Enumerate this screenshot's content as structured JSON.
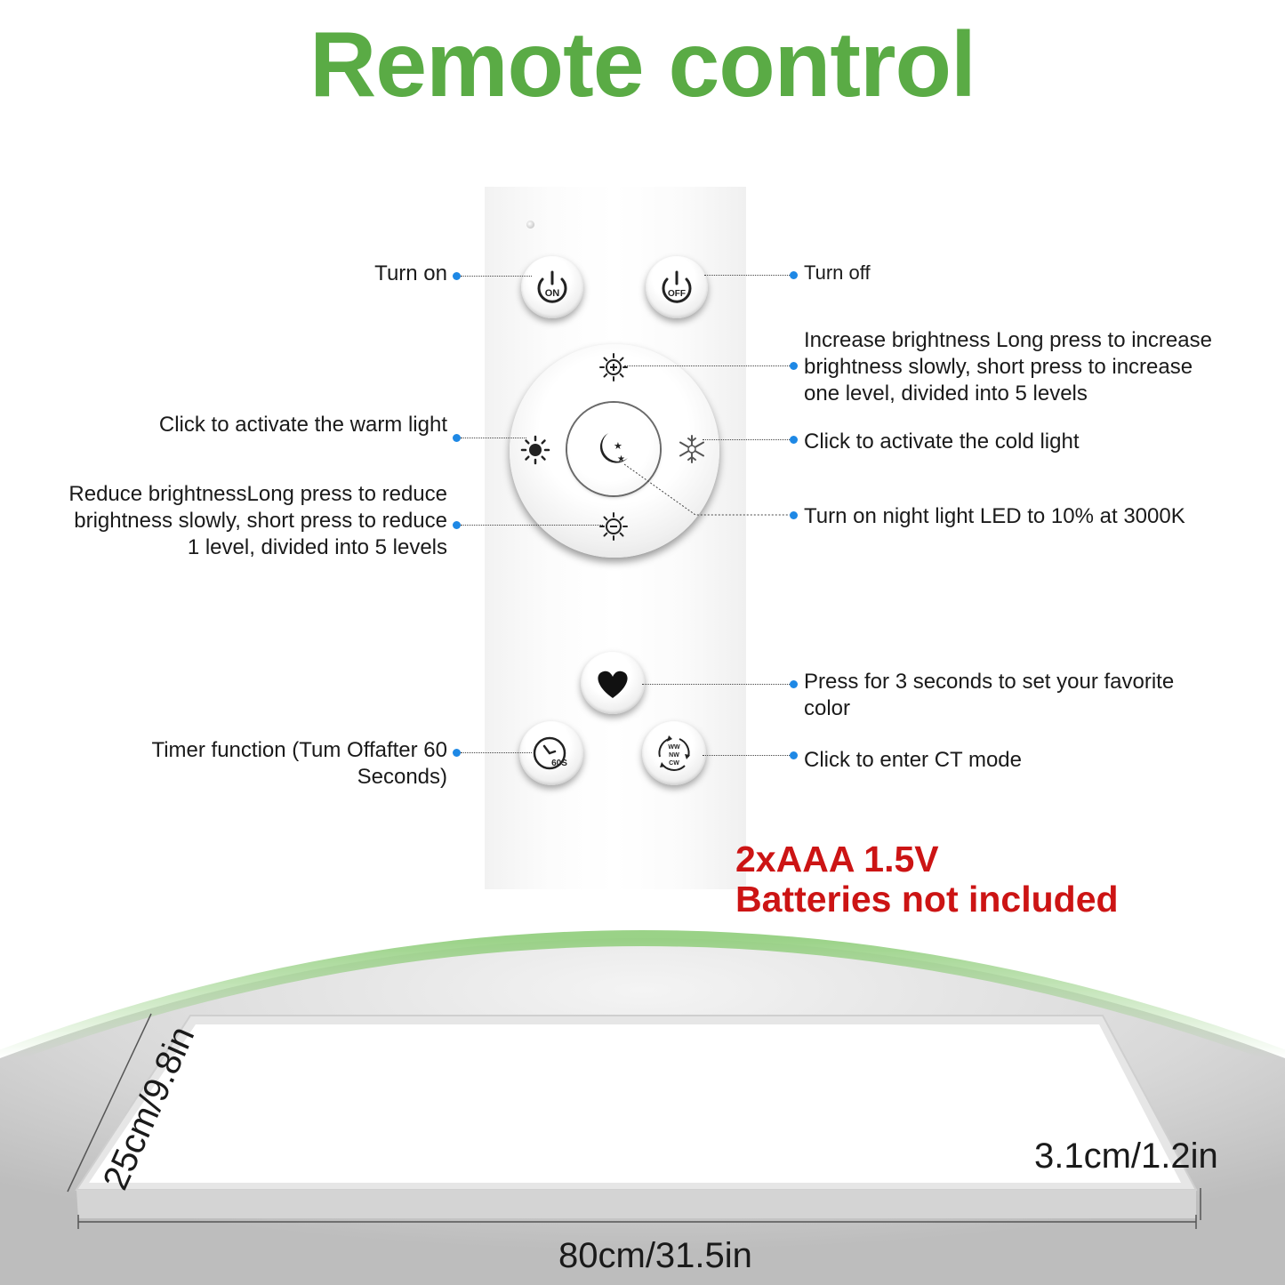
{
  "title": "Remote control",
  "colors": {
    "title": "#5aab45",
    "battery": "#cc1414",
    "callout_dot": "#1e88e5",
    "arc_glow": "#7ec46a"
  },
  "callouts": {
    "turn_on": "Turn on",
    "turn_off": "Turn off",
    "increase_brightness": [
      "Increase brightness Long press to increase",
      "brightness slowly, short press to increase",
      "one level, divided into 5 levels"
    ],
    "warm_light": "Click to activate the warm light",
    "cold_light": "Click to activate the cold light",
    "reduce_brightness": [
      "Reduce brightnessLong press to reduce",
      "brightness slowly, short press to reduce",
      "1 level, divided into 5 levels"
    ],
    "night_light": "Turn on night light LED to 10% at 3000K",
    "favorite_color": [
      "Press for 3 seconds to set your favorite",
      "color"
    ],
    "timer": [
      "Timer function (Tum Offafter 60",
      "Seconds)"
    ],
    "ct_mode": "Click to enter CT mode"
  },
  "button_text": {
    "on": "ON",
    "off": "OFF",
    "timer": "60S",
    "ct_line1": "WW",
    "ct_line2": "NW",
    "ct_line3": "CW"
  },
  "battery": {
    "line1": "2xAAA 1.5V",
    "line2": "Batteries not included"
  },
  "dimensions": {
    "length": "80cm/31.5in",
    "width": "25cm/9.8in",
    "thickness": "3.1cm/1.2in"
  },
  "icons": {
    "on_button": "power-on-icon",
    "off_button": "power-off-icon",
    "brightness_up": "brightness-up-icon",
    "brightness_down": "brightness-down-icon",
    "warm_light": "sun-icon",
    "cold_light": "snowflake-icon",
    "night_light": "moon-stars-icon",
    "favorite": "heart-icon",
    "timer": "timer-icon",
    "ct_mode": "cycle-icon"
  }
}
